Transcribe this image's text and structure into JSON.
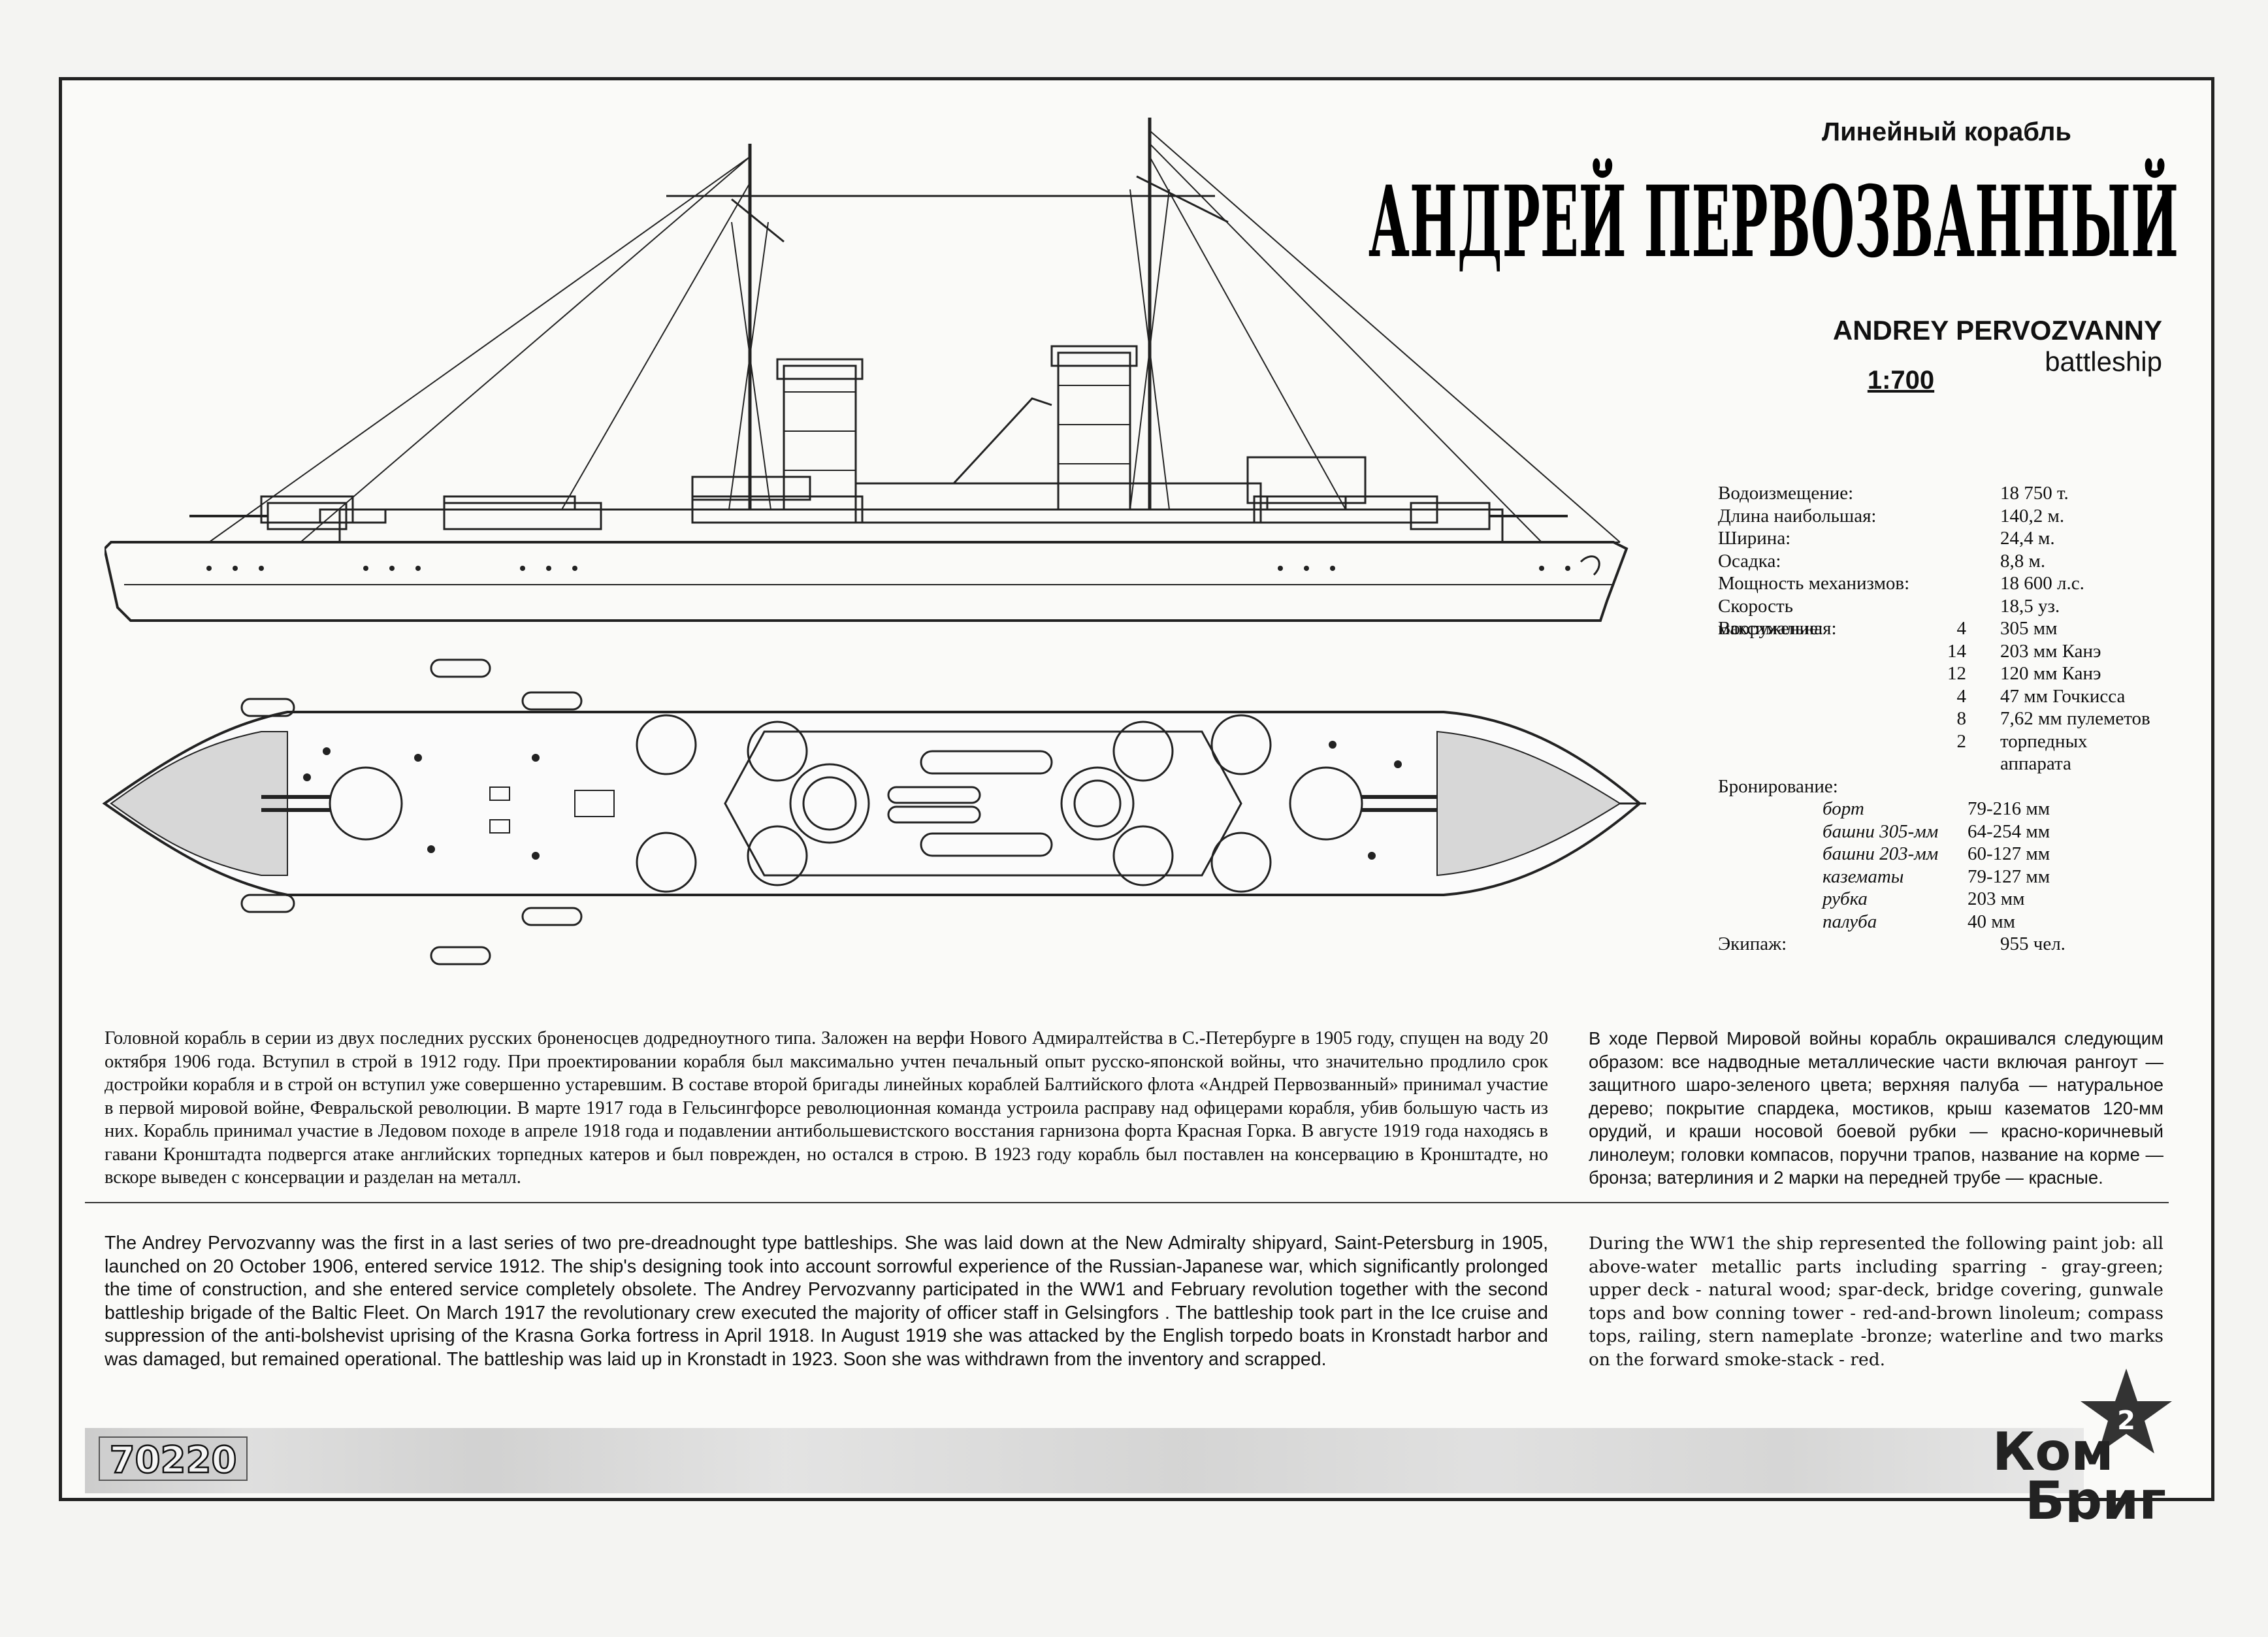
{
  "header": {
    "subtitle_ru": "Линейный корабль",
    "title_ru": "АНДРЕЙ ПЕРВОЗВАННЫЙ",
    "title_en_bold": "ANDREY PERVOZVANNY",
    "title_en_rest": " battleship",
    "scale": "1:700"
  },
  "specs": [
    {
      "k": "Водоизмещение:",
      "q": "",
      "v": "18 750 т."
    },
    {
      "k": "Длина наибольшая:",
      "q": "",
      "v": "140,2 м."
    },
    {
      "k": "Ширина:",
      "q": "",
      "v": "24,4 м."
    },
    {
      "k": "Осадка:",
      "q": "",
      "v": "8,8 м."
    },
    {
      "k": "Мощность механизмов:",
      "q": "",
      "v": "18 600 л.с."
    },
    {
      "k": "Скорость максимальная:",
      "q": "",
      "v": "18,5 уз."
    },
    {
      "k": "Вооружение:",
      "q": "4",
      "v": "305 мм"
    },
    {
      "k": "",
      "q": "14",
      "v": "203 мм Канэ"
    },
    {
      "k": "",
      "q": "12",
      "v": "120 мм Канэ"
    },
    {
      "k": "",
      "q": "4",
      "v": "47 мм Гочкисса"
    },
    {
      "k": "",
      "q": "8",
      "v": "7,62 мм пулеметов"
    },
    {
      "k": "",
      "q": "2",
      "v": "торпедных"
    },
    {
      "k": "",
      "q": "",
      "v": "аппарата"
    },
    {
      "k": "Бронирование:",
      "q": "",
      "v": ""
    },
    {
      "i": "борт",
      "v": "79-216 мм"
    },
    {
      "i": "башни 305-мм",
      "v": "64-254 мм"
    },
    {
      "i": "башни 203-мм",
      "v": "60-127 мм"
    },
    {
      "i": "казематы",
      "v": "79-127 мм"
    },
    {
      "i": "рубка",
      "v": "203 мм"
    },
    {
      "i": "палуба",
      "v": "40 мм"
    },
    {
      "k": "Экипаж:",
      "q": "",
      "v": "955 чел."
    }
  ],
  "text": {
    "history_ru": "Головной корабль в серии из двух последних русских броненосцев додредноутного типа. Заложен на верфи Нового Адмиралтейства в С.-Петербурге в 1905 году, спущен на воду 20 октября 1906 года. Вступил в строй в 1912 году. При проектировании корабля был максимально учтен печальный опыт русско-японской войны, что значительно продлило срок достройки корабля и в строй он вступил уже совершенно устаревшим. В составе второй бригады линейных кораблей Балтийского флота «Андрей Первозванный» принимал участие в первой мировой войне, Февральской революции. В марте 1917 года в Гельсингфорсе революционная команда устроила расправу над офицерами корабля, убив большую часть из них. Корабль принимал участие в Ледовом походе в апреле 1918 года и подавлении антибольшевистского восстания гарнизона форта Красная Горка. В августе 1919 года находясь в гавани Кронштадта подвергся атаке английских торпедных катеров и был поврежден, но остался в строю. В 1923 году корабль был поставлен на консервацию в Кронштадте, но вскоре выведен с консервации и разделан на металл.",
    "paint_ru": "В ходе Первой Мировой войны корабль окрашивался следующим образом: все надводные металлические части включая рангоут — защитного шаро-зеленого цвета; верхняя палуба — натуральное дерево; покрытие спардека, мостиков, крыш казематов 120-мм орудий, и краши носовой боевой рубки — красно-коричневый линолеум; головки компасов, поручни трапов, название на корме — бронза; ватерлиния и 2 марки на передней трубе — красные.",
    "history_en": "The Andrey Pervozvanny was the first in a last series of two pre-dreadnought type battleships. She was laid down at the New Admiralty shipyard, Saint-Petersburg in 1905, launched on 20 October 1906, entered service 1912. The ship's designing took into account sorrowful experience of the Russian-Japanese war, which significantly prolonged the time of construction, and she entered service completely obsolete. The Andrey Pervozvanny participated in the WW1 and February revolution together with the second battleship brigade of the Baltic Fleet. On March 1917 the revolutionary crew executed the majority of officer staff in Gelsingfors . The battleship took part in the Ice cruise and suppression of the anti-bolshevist uprising of the Krasna Gorka fortress in April 1918. In August 1919 she was attacked by the English torpedo boats in Kronstadt harbor and was damaged, but remained operational. The battleship was laid up in Kronstadt in 1923. Soon she was withdrawn from the inventory and scrapped.",
    "paint_en": "During the WW1 the ship represented the following paint job: all above-water metallic parts including sparring - gray-green; upper deck - natural wood; spar-deck, bridge covering, gunwale tops and bow conning tower - red-and-brown linoleum; compass tops, railing, stern nameplate -bronze; waterline and two marks on the forward smoke-stack - red."
  },
  "footer": {
    "code": "70220",
    "logo_top": "Ком",
    "logo_bottom": "Бриг",
    "logo_badge": "2"
  }
}
